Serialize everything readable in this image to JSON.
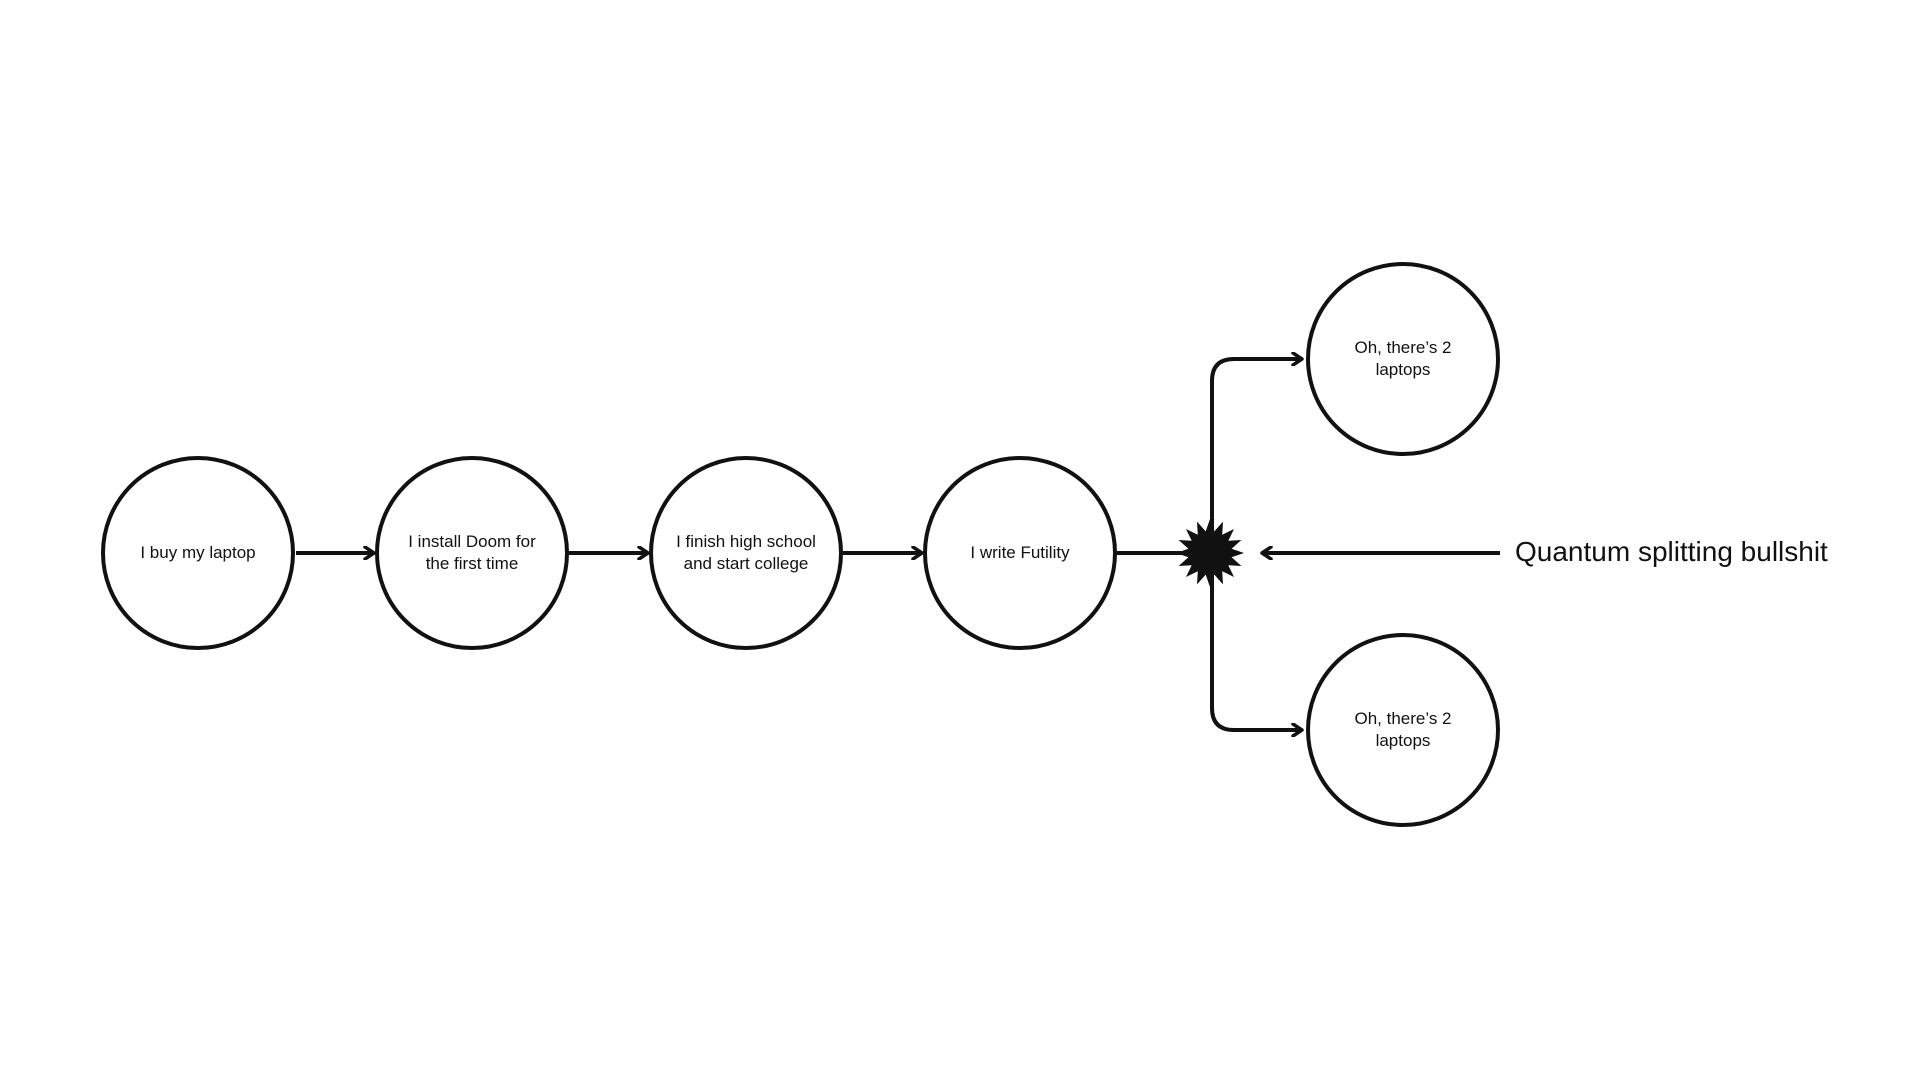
{
  "diagram": {
    "nodes": [
      {
        "id": "n1",
        "label": "I buy my laptop"
      },
      {
        "id": "n2",
        "label": "I install Doom for the first time"
      },
      {
        "id": "n3",
        "label": "I finish high school and start college"
      },
      {
        "id": "n4",
        "label": "I write Futility"
      },
      {
        "id": "n5",
        "label": "Oh, there’s 2 laptops"
      },
      {
        "id": "n6",
        "label": "Oh, there’s 2 laptops"
      }
    ],
    "edges": [
      {
        "from": "n1",
        "to": "n2"
      },
      {
        "from": "n2",
        "to": "n3"
      },
      {
        "from": "n3",
        "to": "n4"
      },
      {
        "from": "n4",
        "to": "split"
      },
      {
        "from": "split",
        "to": "n5"
      },
      {
        "from": "split",
        "to": "n6"
      }
    ],
    "split_event": {
      "label": "Quantum splitting bullshit"
    }
  },
  "colors": {
    "stroke": "#111111",
    "background": "#ffffff"
  }
}
